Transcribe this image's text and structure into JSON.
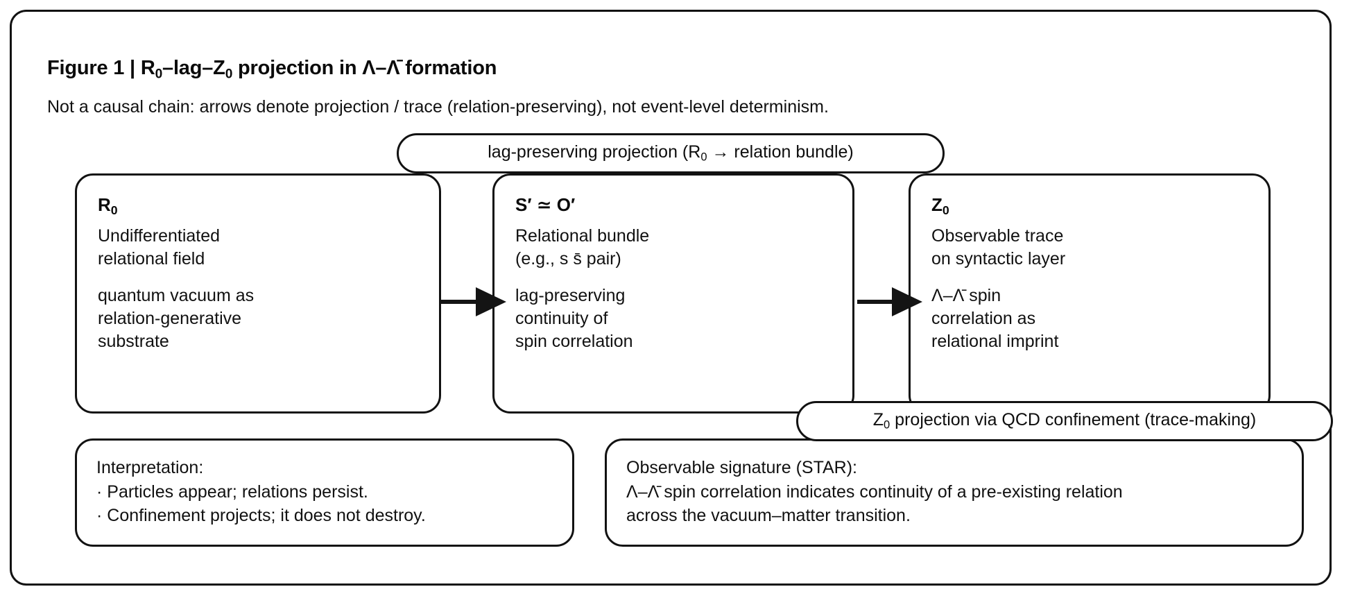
{
  "figure": {
    "title_prefix": "Figure 1 | R",
    "title_sub1": "0",
    "title_mid": "–lag–Z",
    "title_sub2": "0",
    "title_suffix": " projection in Λ–Λ̄ formation",
    "subtitle": "Not a causal chain: arrows denote projection / trace (relation-preserving), not event-level determinism."
  },
  "connector_labels": {
    "top_pill": {
      "prefix": "lag-preserving projection (R",
      "sub": "0",
      "suffix": " → relation bundle)"
    },
    "bottom_pill": {
      "prefix": "Z",
      "sub": "0",
      "suffix": " projection via QCD confinement (trace-making)"
    }
  },
  "stages": [
    {
      "head_prefix": "R",
      "head_sub": "0",
      "head_suffix": "",
      "desc": "Undifferentiated\nrelational field",
      "note": "quantum vacuum as\nrelation-generative\nsubstrate"
    },
    {
      "head_prefix": "S′ ≃ O′",
      "head_sub": "",
      "head_suffix": "",
      "desc": "Relational bundle\n(e.g., s s̄ pair)",
      "note": "lag-preserving\ncontinuity of\nspin correlation"
    },
    {
      "head_prefix": "Z",
      "head_sub": "0",
      "head_suffix": "",
      "desc": "Observable trace\non syntactic layer",
      "note": "Λ–Λ̄ spin\ncorrelation as\nrelational imprint"
    }
  ],
  "arrows": [
    {
      "name": "arrow-r0-to-sprime",
      "from": "R0",
      "to": "S'=O'"
    },
    {
      "name": "arrow-sprime-to-z0",
      "from": "S'=O'",
      "to": "Z0"
    }
  ],
  "interpretation": {
    "heading": "Interpretation:",
    "bullets": [
      "· Particles appear; relations persist.",
      "· Confinement projects; it does not destroy."
    ]
  },
  "observable": {
    "heading": "Observable signature (STAR):",
    "lines": [
      "Λ–Λ̄ spin correlation indicates continuity of a pre-existing relation",
      "across the vacuum–matter transition."
    ]
  },
  "colors": {
    "stroke": "#121212",
    "text": "#111111",
    "background": "#ffffff"
  }
}
